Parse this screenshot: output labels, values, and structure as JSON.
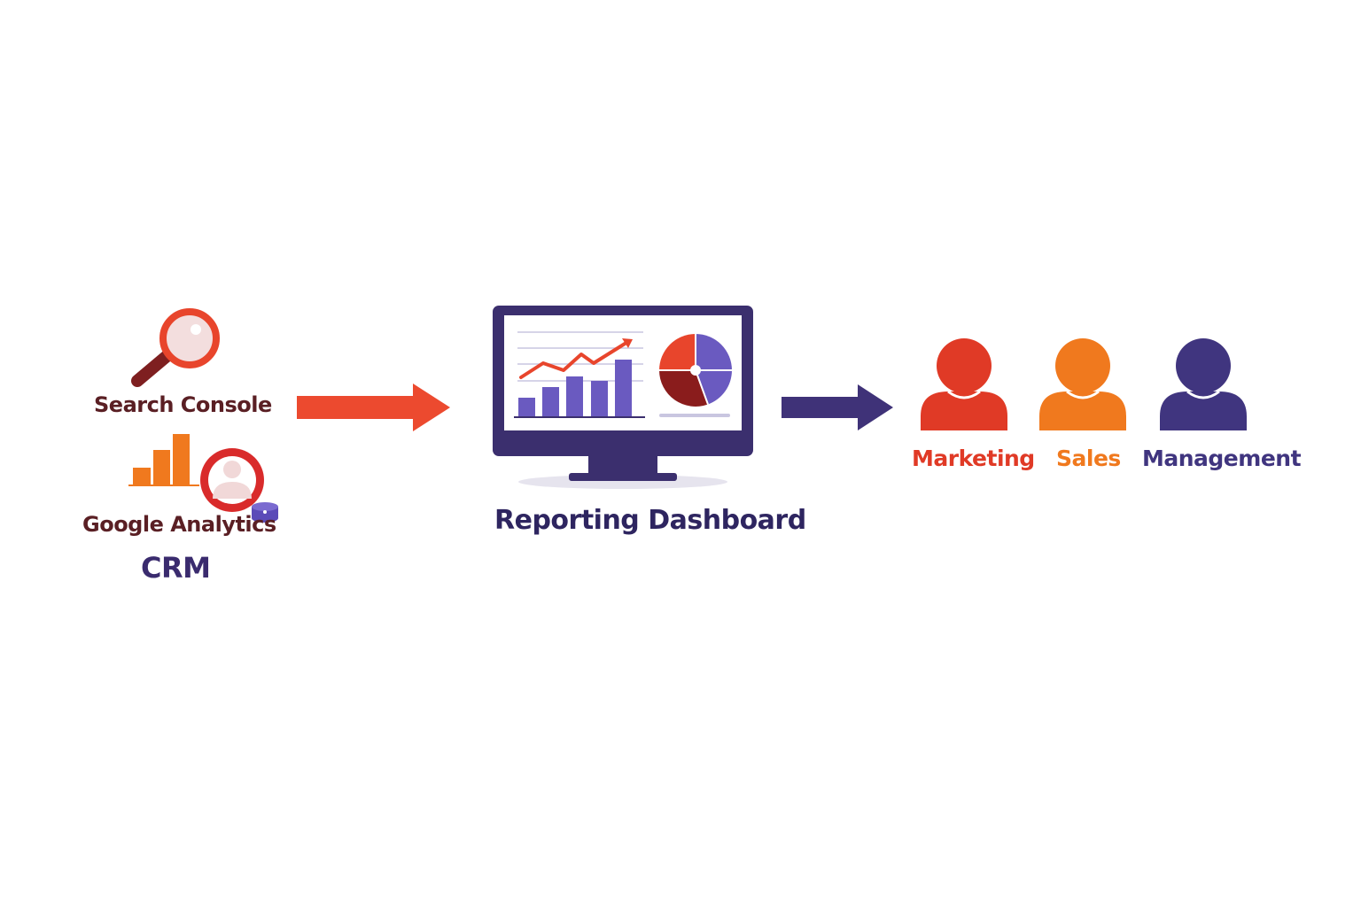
{
  "sources": {
    "search_console": "Search Console",
    "google_analytics": "Google Analytics",
    "crm": "CRM"
  },
  "dashboard": {
    "label": "Reporting Dashboard"
  },
  "audiences": [
    {
      "label": "Marketing",
      "color": "#e03a26"
    },
    {
      "label": "Sales",
      "color": "#f0791e"
    },
    {
      "label": "Management",
      "color": "#40357f"
    }
  ],
  "colors": {
    "arrow_in": "#ec4a2f",
    "arrow_out": "#3f3278",
    "monitor_frame": "#3b2f6e",
    "bar": "#6a5ac0",
    "trend_line": "#e8452c",
    "pie_red": "#e8452c",
    "pie_dark": "#8a1c1c",
    "pie_purple": "#6a5ac0"
  }
}
